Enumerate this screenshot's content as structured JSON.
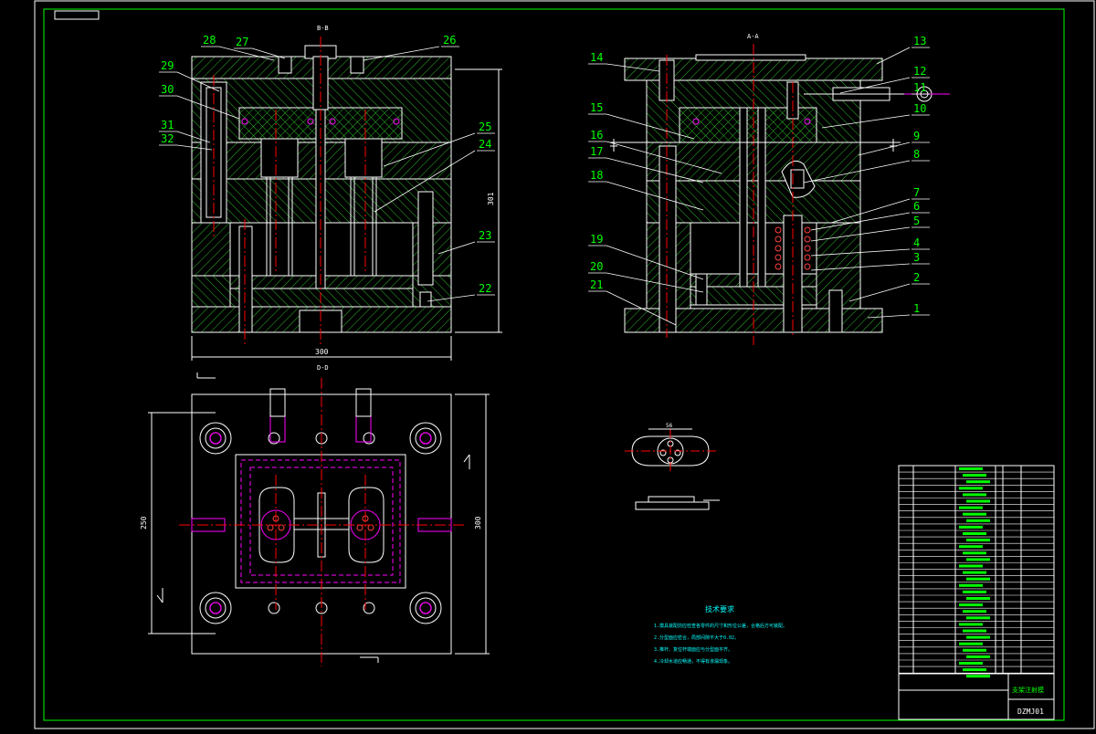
{
  "views": {
    "bb_title": "B-B",
    "aa_title": "A-A",
    "dd_title": "D-D"
  },
  "dimensions": {
    "bb_width": "300",
    "bb_height": "301",
    "dd_width": "250",
    "dd_height": "300",
    "part_width": "56"
  },
  "balloons_left": [
    "28",
    "27",
    "26",
    "29",
    "30",
    "25",
    "31",
    "32",
    "24",
    "23",
    "22"
  ],
  "balloons_right": [
    "14",
    "13",
    "12",
    "11",
    "10",
    "15",
    "16",
    "9",
    "17",
    "8",
    "18",
    "7",
    "6",
    "5",
    "19",
    "4",
    "3",
    "20",
    "2",
    "21",
    "1"
  ],
  "tech_requirements": {
    "title": "技术要求",
    "lines": [
      "1.模具装配前应检查各零件的尺寸和形位公差，合格后方可装配。",
      "2.分型面应密合，局部间隙不大于0.02。",
      "3.推杆、复位杆端面应与分型面平齐。",
      "4.冷却水道应畅通，不得有渗漏现象。"
    ]
  },
  "title_block": {
    "drawing_number": "DZMJ01",
    "name": "支架注射模"
  },
  "colors": {
    "background": "#000000",
    "frame": "#00ff00",
    "outline": "#ffffff",
    "hatch": "#00cc00",
    "centerline": "#ff0000",
    "hidden": "#ff00ff",
    "label": "#00ff00",
    "note": "#00ffff",
    "dimension": "#ffffff"
  }
}
